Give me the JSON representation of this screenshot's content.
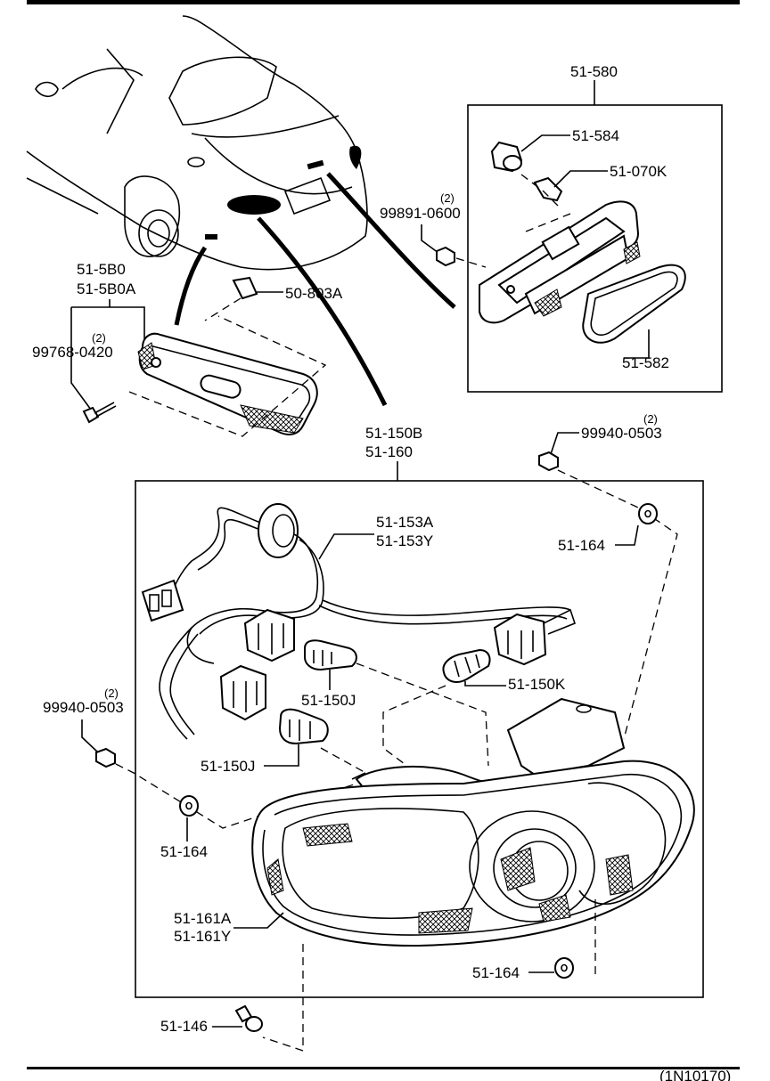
{
  "labels": {
    "l_51580": "51-580",
    "l_51584": "51-584",
    "l_51070k": "51-070K",
    "l_99891_qty": "(2)",
    "l_99891": "99891-0600",
    "l_51582": "51-582",
    "l_515b0": "51-5B0",
    "l_515b0a": "51-5B0A",
    "l_99768_qty": "(2)",
    "l_99768": "99768-0420",
    "l_50803a": "50-803A",
    "l_51150b": "51-150B",
    "l_51160": "51-160",
    "l_99940a_qty": "(2)",
    "l_99940a": "99940-0503",
    "l_51153a": "51-153A",
    "l_51153y": "51-153Y",
    "l_51164a": "51-164",
    "l_51150j_a": "51-150J",
    "l_51150k": "51-150K",
    "l_99940b_qty": "(2)",
    "l_99940b": "99940-0503",
    "l_51150j_b": "51-150J",
    "l_51164b": "51-164",
    "l_51161a": "51-161A",
    "l_51161y": "51-161Y",
    "l_51164c": "51-164",
    "l_51146": "51-146",
    "l_ref": "(1N10170)"
  }
}
